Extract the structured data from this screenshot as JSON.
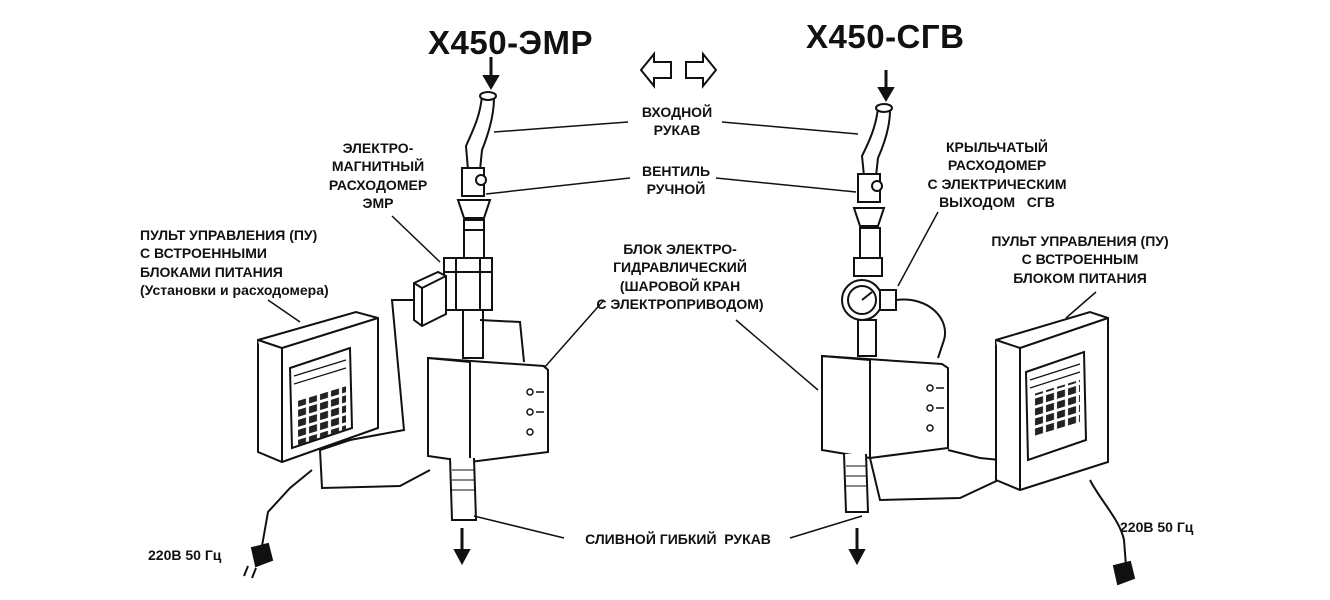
{
  "titles": {
    "left": "Х450-ЭМР",
    "right": "Х450-СГВ"
  },
  "labels": {
    "inlet_hose": [
      "ВХОДНОЙ",
      "РУКАВ"
    ],
    "manual_valve": [
      "ВЕНТИЛЬ",
      "РУЧНОЙ"
    ],
    "em_flowmeter": [
      "ЭЛЕКТРО-",
      "МАГНИТНЫЙ",
      "РАСХОДОМЕР",
      "ЭМР"
    ],
    "vane_flowmeter": [
      "КРЫЛЬЧАТЫЙ",
      "РАСХОДОМЕР",
      "С ЭЛЕКТРИЧЕСКИМ",
      "ВЫХОДОМ   СГВ"
    ],
    "control_panel_left": [
      "ПУЛЬТ УПРАВЛЕНИЯ (ПУ)",
      "С ВСТРОЕННЫМИ",
      "БЛОКАМИ ПИТАНИЯ",
      "(Установки и расходомера)"
    ],
    "control_panel_right": [
      "ПУЛЬТ УПРАВЛЕНИЯ (ПУ)",
      "С ВСТРОЕННЫМ",
      "БЛОКОМ ПИТАНИЯ"
    ],
    "hydraulic_block": [
      "БЛОК  ЭЛЕКТРО-",
      "ГИДРАВЛИЧЕСКИЙ",
      "(ШАРОВОЙ КРАН",
      "С ЭЛЕКТРОПРИВОДОМ)"
    ],
    "drain_hose": "СЛИВНОЙ ГИБКИЙ  РУКАВ",
    "power_left": "220В 50 Гц",
    "power_right": "220В 50 Гц"
  }
}
